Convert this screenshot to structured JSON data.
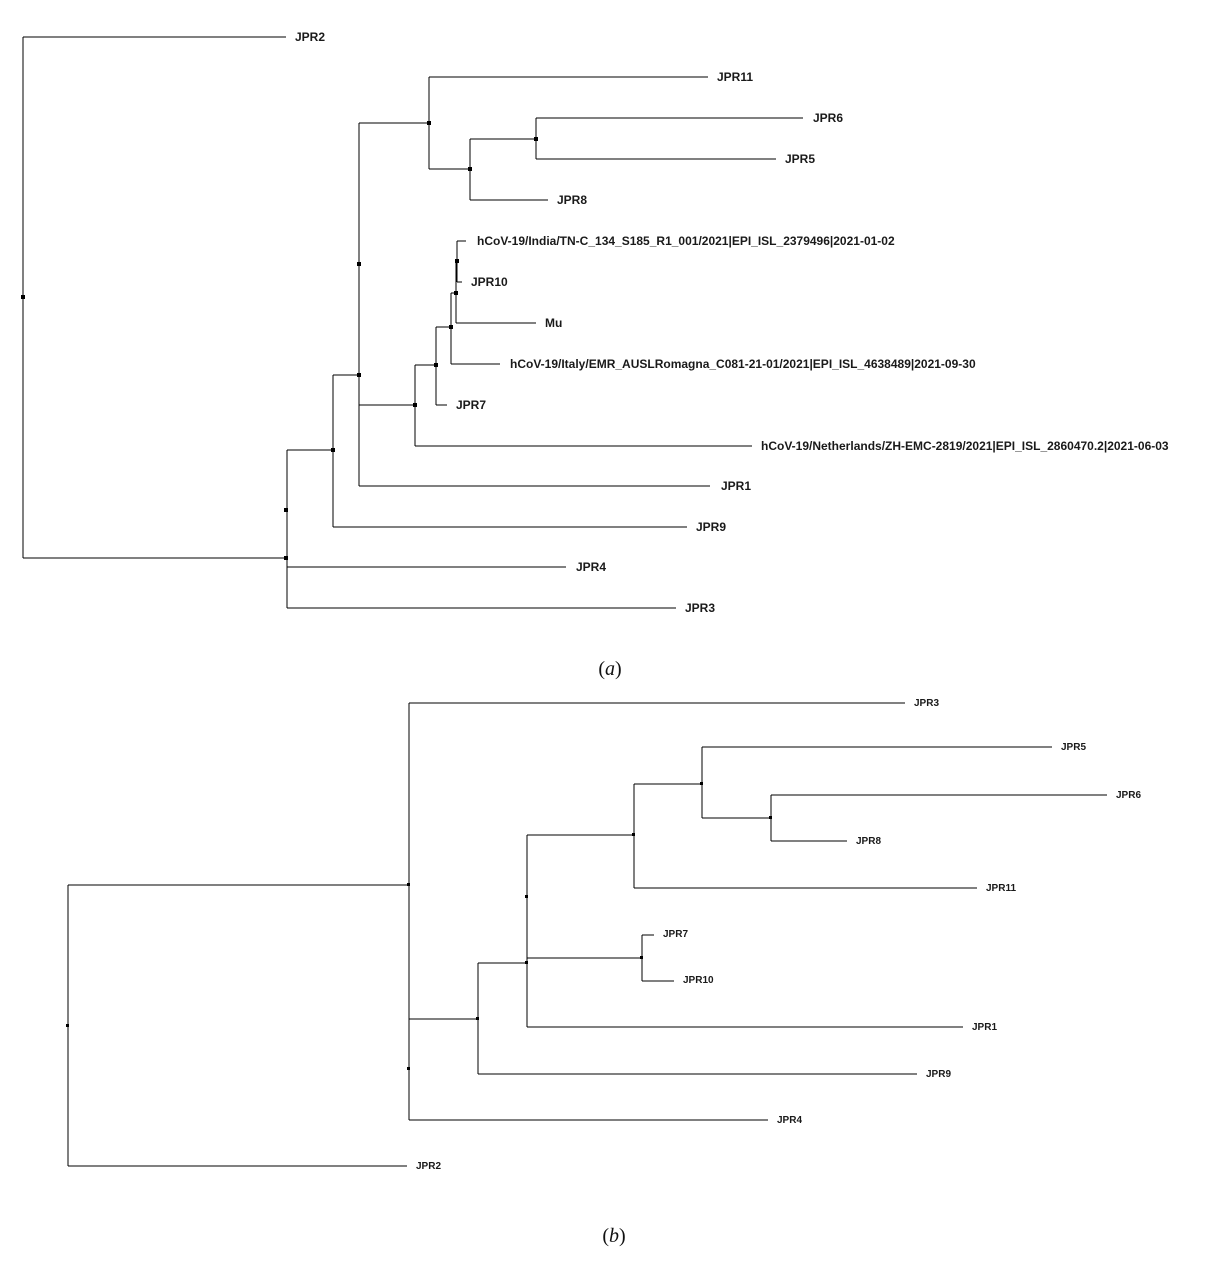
{
  "colors": {
    "line": "#000000",
    "text": "#1a1a1a",
    "background": "#ffffff"
  },
  "panels": [
    {
      "caption_letter": "a",
      "leaves": [
        "JPR2",
        "JPR11",
        "JPR6",
        "JPR5",
        "JPR8",
        "hCoV-19/India/TN-C_134_S185_R1_001/2021|EPI_ISL_2379496|2021-01-02",
        "JPR10",
        "Mu",
        "hCoV-19/Italy/EMR_AUSLRomagna_C081-21-01/2021|EPI_ISL_4638489|2021-09-30",
        "JPR7",
        "hCoV-19/Netherlands/ZH-EMC-2819/2021|EPI_ISL_2860470.2|2021-06-03",
        "JPR1",
        "JPR9",
        "JPR4",
        "JPR3"
      ]
    },
    {
      "caption_letter": "b",
      "leaves": [
        "JPR3",
        "JPR5",
        "JPR6",
        "JPR8",
        "JPR11",
        "JPR7",
        "JPR10",
        "JPR1",
        "JPR9",
        "JPR4",
        "JPR2"
      ]
    }
  ]
}
